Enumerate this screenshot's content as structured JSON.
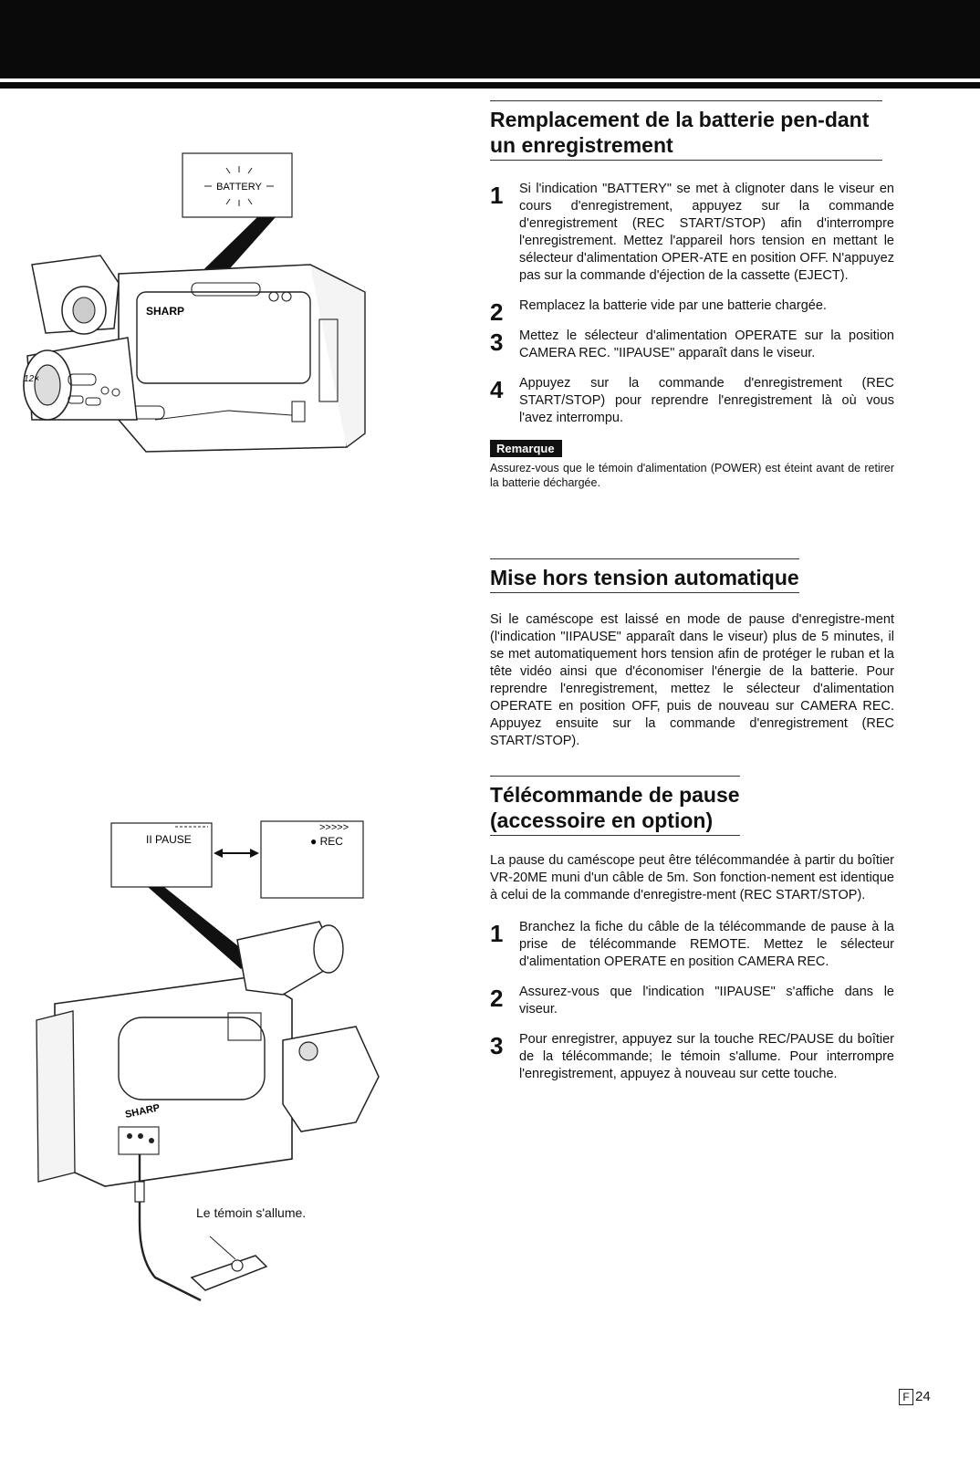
{
  "section1": {
    "title": "Remplacement de la batterie pen-dant un enregistrement",
    "steps": [
      {
        "num": "1",
        "text": "Si l'indication \"BATTERY\" se met à clignoter dans le viseur en cours d'enregistrement, appuyez sur la commande d'enregistrement (REC START/STOP) afin d'interrompre l'enregistrement. Mettez l'appareil hors tension en mettant le sélecteur d'alimentation OPER-ATE en position OFF. N'appuyez pas sur la commande d'éjection de la cassette (EJECT)."
      },
      {
        "num": "2",
        "text": "Remplacez la batterie vide par une batterie chargée."
      },
      {
        "num": "3",
        "text": "Mettez le sélecteur d'alimentation OPERATE sur la position CAMERA REC. \"IIPAUSE\" apparaît dans le viseur."
      },
      {
        "num": "4",
        "text": "Appuyez sur la commande d'enregistrement (REC START/STOP) pour reprendre l'enregistrement là où vous l'avez interrompu."
      }
    ],
    "note_label": "Remarque",
    "note_text": "Assurez-vous que le témoin d'alimentation (POWER) est éteint avant de retirer la batterie déchargée."
  },
  "section2": {
    "title": "Mise hors tension automatique",
    "text": "Si le caméscope est laissé en mode de pause d'enregistre-ment (l'indication \"IIPAUSE\" apparaît dans le viseur) plus de 5 minutes, il se met automatiquement hors tension afin de protéger le ruban et la tête vidéo ainsi que d'économiser l'énergie de la batterie. Pour reprendre l'enregistrement, mettez le sélecteur d'alimentation OPERATE en position OFF, puis de nouveau sur CAMERA REC. Appuyez ensuite sur la commande d'enregistrement (REC START/STOP)."
  },
  "section3": {
    "title_line1": "Télécommande de pause",
    "title_line2": "(accessoire en option)",
    "intro": "La pause du caméscope peut être télécommandée à partir du boîtier VR-20ME muni d'un câble de 5m. Son fonction-nement est identique à celui de la commande d'enregistre-ment (REC START/STOP).",
    "steps": [
      {
        "num": "1",
        "text": "Branchez la fiche du câble de la télécommande de pause à la prise de télécommande REMOTE. Mettez le sélecteur d'alimentation OPERATE en position CAMERA REC."
      },
      {
        "num": "2",
        "text": "Assurez-vous que l'indication \"IIPAUSE\" s'affiche dans le viseur."
      },
      {
        "num": "3",
        "text": "Pour enregistrer, appuyez sur la touche REC/PAUSE du boîtier de la télécommande; le témoin s'allume. Pour interrompre l'enregistrement, appuyez à nouveau sur cette touche."
      }
    ]
  },
  "figure1": {
    "viewfinder_text": "BATTERY",
    "zoom_label": "12×",
    "brand": "SHARP"
  },
  "figure2": {
    "pause_text": "II PAUSE",
    "rec_arrows": ">>>>>",
    "rec_text": "● REC",
    "brand": "SHARP",
    "caption": "Le témoin s'allume."
  },
  "footer": {
    "lang": "F",
    "page": "24"
  }
}
